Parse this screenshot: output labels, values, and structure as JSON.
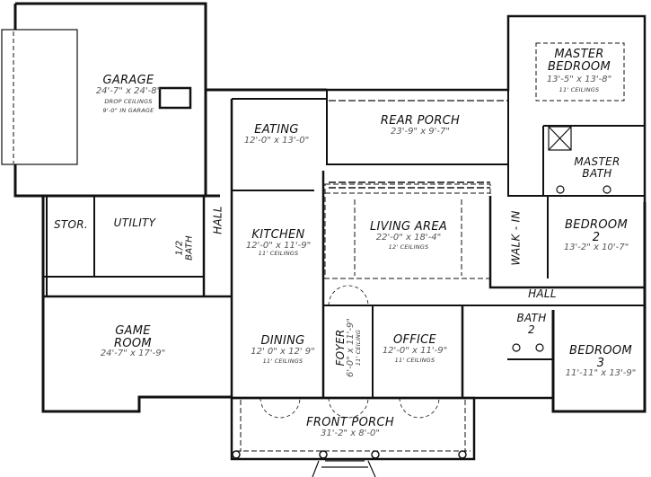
{
  "plan": {
    "type": "house floor plan",
    "rooms": [
      {
        "id": "garage",
        "name": "GARAGE",
        "dimensions": "24'-7\" x 24'-8\"",
        "notes": [
          "DROP CEILINGS",
          "9'-0\" IN GARAGE"
        ]
      },
      {
        "id": "eating",
        "name": "EATING",
        "dimensions": "12'-0\" x 13'-0\""
      },
      {
        "id": "rear-porch",
        "name": "REAR PORCH",
        "dimensions": "23'-9\" x 9'-7\""
      },
      {
        "id": "master-bedroom",
        "name_line1": "MASTER",
        "name_line2": "BEDROOM",
        "dimensions": "13'-5\" x 13'-8\"",
        "notes": [
          "11' CEILINGS"
        ]
      },
      {
        "id": "master-bath",
        "name_line1": "MASTER",
        "name_line2": "BATH"
      },
      {
        "id": "stor",
        "name": "STOR."
      },
      {
        "id": "utility",
        "name": "UTILITY"
      },
      {
        "id": "half-bath",
        "name_line1": "1/2",
        "name_line2": "BATH"
      },
      {
        "id": "hall-west",
        "name": "HALL"
      },
      {
        "id": "kitchen",
        "name": "KITCHEN",
        "dimensions": "12'-0\" x 11'-9\"",
        "notes": [
          "11' CEILINGS"
        ]
      },
      {
        "id": "living-area",
        "name": "LIVING AREA",
        "dimensions": "22'-0\" x 18'-4\"",
        "notes": [
          "12' CEILINGS"
        ]
      },
      {
        "id": "walk-in",
        "name": "WALK - IN"
      },
      {
        "id": "bedroom-2",
        "name_line1": "BEDROOM",
        "name_line2": "2",
        "dimensions": "13'-2\" x 10'-7\""
      },
      {
        "id": "hall-east",
        "name": "HALL"
      },
      {
        "id": "game-room",
        "name_line1": "GAME",
        "name_line2": "ROOM",
        "dimensions": "24'-7\" x 17'-9\""
      },
      {
        "id": "dining",
        "name": "DINING",
        "dimensions": "12' 0\" x 12' 9\"",
        "notes": [
          "11' CEILINGS"
        ]
      },
      {
        "id": "foyer",
        "name": "FOYER",
        "dimensions": "6'-0\" x 11'-9\"",
        "notes": [
          "11' CEILING"
        ]
      },
      {
        "id": "office",
        "name": "OFFICE",
        "dimensions": "12'-0\" x 11'-9\"",
        "notes": [
          "11' CEILINGS"
        ]
      },
      {
        "id": "bath-2",
        "name_line1": "BATH",
        "name_line2": "2"
      },
      {
        "id": "bedroom-3",
        "name_line1": "BEDROOM",
        "name_line2": "3",
        "dimensions": "11'-11\" x 13'-9\""
      },
      {
        "id": "front-porch",
        "name": "FRONT PORCH",
        "dimensions": "31'-2\" x 8'-0\""
      }
    ]
  },
  "colors": {
    "wall": "#111111",
    "background": "#ffffff",
    "dashed": "#333333",
    "dim_text": "#555555"
  }
}
